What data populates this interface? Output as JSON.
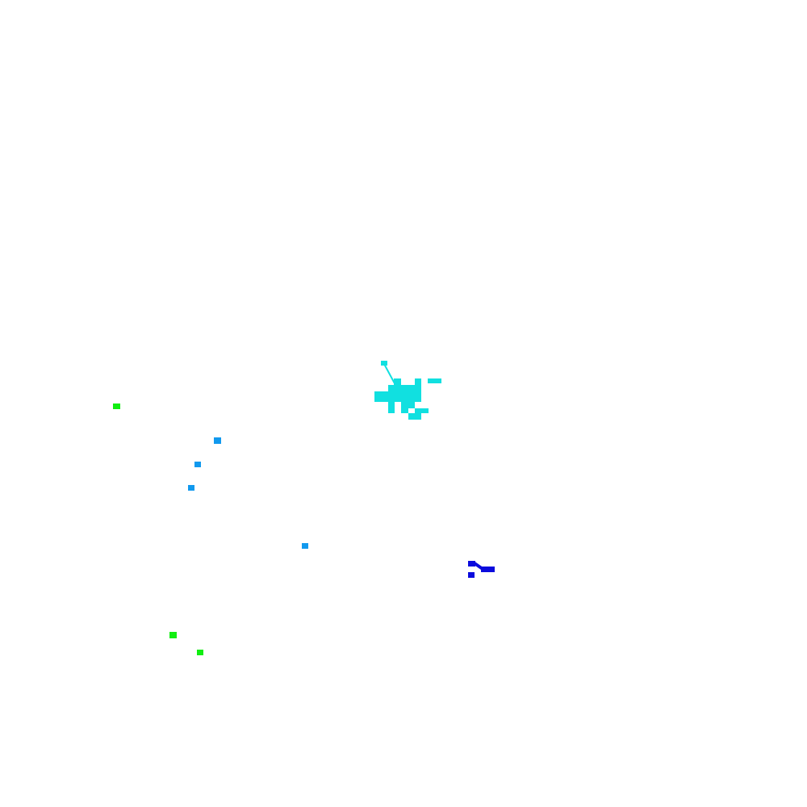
{
  "map": {
    "background_color": "#ffffff",
    "layers": [
      {
        "name": "cyan-cluster",
        "color": "#11e0e0"
      },
      {
        "name": "light-blue-points",
        "color": "#1199ee"
      },
      {
        "name": "green-points",
        "color": "#11ee11"
      },
      {
        "name": "dark-blue-segment",
        "color": "#0b0bdd"
      }
    ]
  }
}
